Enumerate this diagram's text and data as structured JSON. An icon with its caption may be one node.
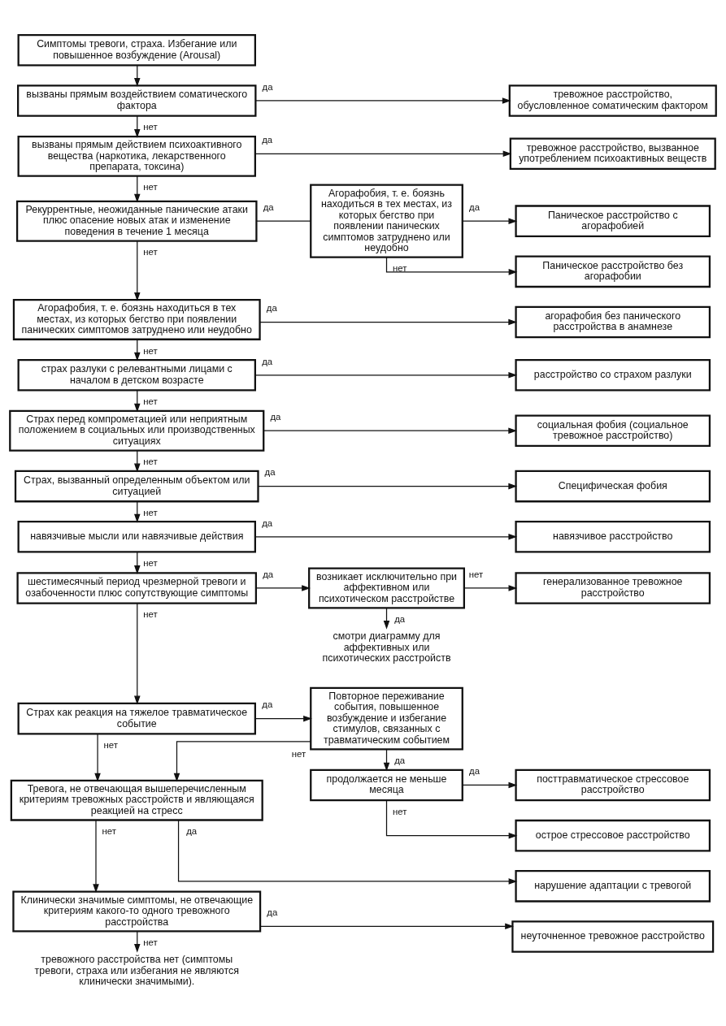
{
  "diagram": {
    "nodes": [
      {
        "text": [
          "Симптомы тревоги, страха. Избегание или повышенное возбуждение (Arousal)"
        ]
      },
      {
        "text": [
          "вызваны прямым воздействием соматического фактора"
        ]
      },
      {
        "text": [
          "тревожное расстройство, обусловленное соматическим фактором"
        ]
      },
      {
        "text": [
          "вызваны прямым действием психоактивного вещества (наркотика, лекарственного препарата, токсина)"
        ]
      },
      {
        "text": [
          "тревожное расстройство, вызванное употреблением психоактивных веществ"
        ]
      },
      {
        "text": [
          "Рекуррентные, неожиданные панические атаки плюс опасение новых атак и изменение поведения в течение 1 месяца"
        ]
      },
      {
        "text": [
          "Агорафобия, т. е. боязнь находиться в тех местах, из которых бегство при появлении панических симптомов затруднено или неудобно"
        ]
      },
      {
        "text": [
          "Паническое расстройство с агорафобией"
        ]
      },
      {
        "text": [
          "Паническое расстройство без агорафобии"
        ]
      },
      {
        "text": [
          "Агорафобия, т. е. боязнь находиться в тех местах, из которых бегство при появлении панических симптомов затруднено или неудобно"
        ]
      },
      {
        "text": [
          "агорафобия без панического расстройства в анамнезе"
        ]
      },
      {
        "text": [
          "страх разлуки с релевантными лицами с началом в детском возрасте"
        ]
      },
      {
        "text": [
          "расстройство со страхом разлуки"
        ]
      },
      {
        "text": [
          "Страх перед компрометацией или неприятным положением в социальных или производственных ситуациях"
        ]
      },
      {
        "text": [
          "социальная фобия (социальное тревожное расстройство)"
        ]
      },
      {
        "text": [
          "Страх, вызванный определенным объектом или ситуацией"
        ]
      },
      {
        "text": [
          "Специфическая фобия"
        ]
      },
      {
        "text": [
          "навязчивые мысли или навязчивые действия"
        ]
      },
      {
        "text": [
          "навязчивое расстройство"
        ]
      },
      {
        "text": [
          "шестимесячный период чрезмерной тревоги и озабоченности плюс сопутствующие симптомы"
        ]
      },
      {
        "text": [
          "возникает исключительно при аффективном или психотическом расстройстве"
        ]
      },
      {
        "text": [
          "генерализованное тревожное расстройство"
        ]
      },
      {
        "text": [
          "смотри диаграмму для аффективных или психотических расстройств"
        ]
      },
      {
        "text": [
          "Страх как реакция на тяжелое травматическое событие"
        ]
      },
      {
        "text": [
          "Повторное переживание события, повышенное возбуждение и избегание стимулов, связанных с травматическим событием"
        ]
      },
      {
        "text": [
          "продолжается не меньше месяца"
        ]
      },
      {
        "text": [
          "посттравматическое стрессовое расстройство"
        ]
      },
      {
        "text": [
          "острое стрессовое расстройство"
        ]
      },
      {
        "text": [
          "Тревога, не отвечающая вышеперечисленным критериям тревожных расстройств и являющаяся реакцией на стресс"
        ]
      },
      {
        "text": [
          "нарушение адаптации с тревогой"
        ]
      },
      {
        "text": [
          "Клинически значимые симптомы, не отвечающие критериям какого-то одного тревожного расстройства"
        ]
      },
      {
        "text": [
          "неуточненное тревожное расстройство"
        ]
      },
      {
        "text": [
          "тревожного расстройства нет (симптомы тревоги, страха или избегания не являются клинически значимыми)."
        ]
      }
    ],
    "edges": [
      {
        "from": 0,
        "to": 1,
        "arrow": "to"
      },
      {
        "from": 1,
        "to": 2,
        "arrow": "to",
        "label": "да"
      },
      {
        "from": 1,
        "to": 3,
        "arrow": "to",
        "label": "нет"
      },
      {
        "from": 3,
        "to": 4,
        "arrow": "to",
        "label": "да"
      },
      {
        "from": 3,
        "to": 5,
        "arrow": "to",
        "label": "нет"
      },
      {
        "from": 5,
        "to": 6,
        "arrow": "none",
        "label": "да"
      },
      {
        "from": 6,
        "to": 7,
        "arrow": "to",
        "label": "да"
      },
      {
        "from": 6,
        "to": 8,
        "arrow": "to",
        "label": "нет"
      },
      {
        "from": 5,
        "to": 9,
        "arrow": "to",
        "label": "нет"
      },
      {
        "from": 9,
        "to": 10,
        "arrow": "to",
        "label": "да"
      },
      {
        "from": 9,
        "to": 11,
        "arrow": "to",
        "label": "нет"
      },
      {
        "from": 11,
        "to": 12,
        "arrow": "to",
        "label": "да"
      },
      {
        "from": 11,
        "to": 13,
        "arrow": "to",
        "label": "нет"
      },
      {
        "from": 13,
        "to": 14,
        "arrow": "to",
        "label": "да"
      },
      {
        "from": 13,
        "to": 15,
        "arrow": "to",
        "label": "нет"
      },
      {
        "from": 15,
        "to": 16,
        "arrow": "to",
        "label": "да"
      },
      {
        "from": 15,
        "to": 17,
        "arrow": "to",
        "label": "нет"
      },
      {
        "from": 17,
        "to": 18,
        "arrow": "to",
        "label": "да"
      },
      {
        "from": 17,
        "to": 19,
        "arrow": "to",
        "label": "нет"
      },
      {
        "from": 19,
        "to": 20,
        "arrow": "to",
        "label": "да"
      },
      {
        "from": 20,
        "to": 21,
        "arrow": "to",
        "label": "нет"
      },
      {
        "from": 20,
        "to": 22,
        "arrow": "to",
        "label": "да"
      },
      {
        "from": 19,
        "to": 23,
        "arrow": "to",
        "label": "нет"
      },
      {
        "from": 23,
        "to": 24,
        "arrow": "to",
        "label": "да"
      },
      {
        "from": 23,
        "to": 28,
        "arrow": "to",
        "label": "нет"
      },
      {
        "from": 24,
        "to": 28,
        "arrow": "to",
        "label": "нет"
      },
      {
        "from": 24,
        "to": 25,
        "arrow": "to",
        "label": "да"
      },
      {
        "from": 25,
        "to": 26,
        "arrow": "to",
        "label": "да"
      },
      {
        "from": 25,
        "to": 27,
        "arrow": "to",
        "label": "нет"
      },
      {
        "from": 28,
        "to": 29,
        "arrow": "to",
        "label": "да"
      },
      {
        "from": 28,
        "to": 30,
        "arrow": "to",
        "label": "нет"
      },
      {
        "from": 30,
        "to": 31,
        "arrow": "to",
        "label": "да"
      },
      {
        "from": 30,
        "to": 32,
        "arrow": "to",
        "label": "нет"
      }
    ]
  }
}
